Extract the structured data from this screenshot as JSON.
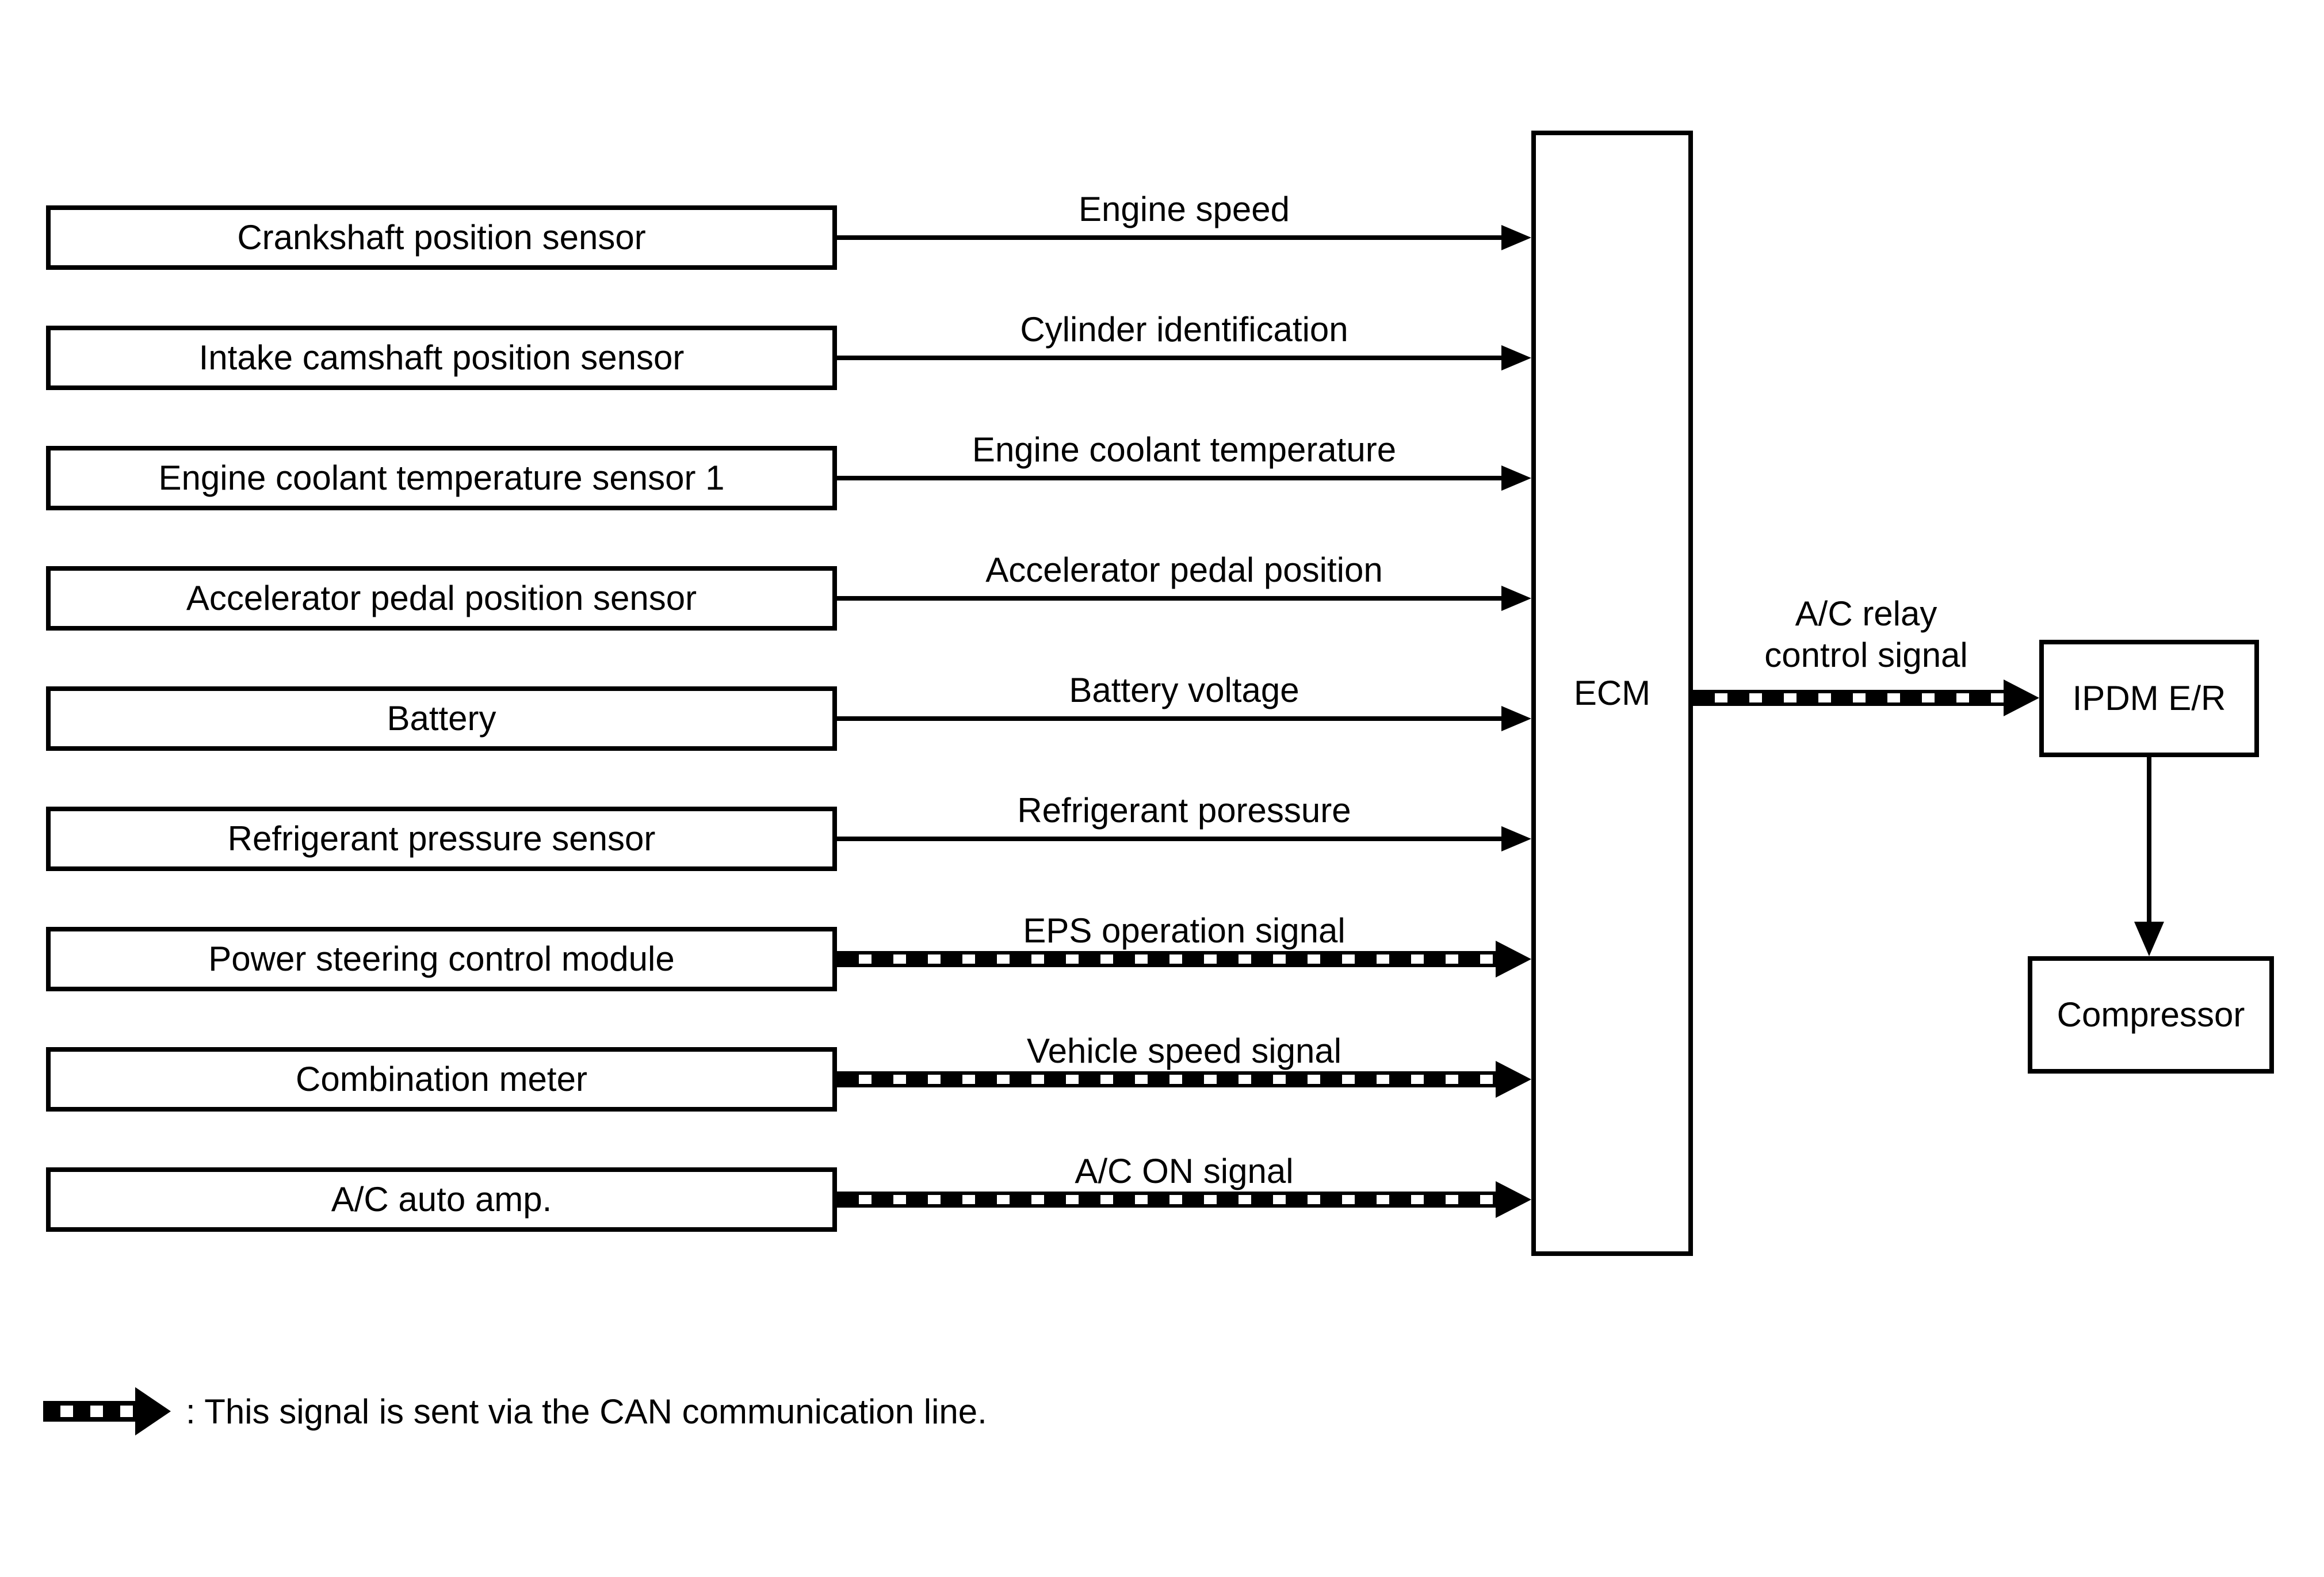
{
  "diagram": {
    "ecm_label": "ECM",
    "rows": [
      {
        "source": "Crankshaft position sensor",
        "signal": "Engine speed",
        "can": false
      },
      {
        "source": "Intake camshaft position sensor",
        "signal": "Cylinder identification",
        "can": false
      },
      {
        "source": "Engine coolant temperature sensor 1",
        "signal": "Engine coolant temperature",
        "can": false
      },
      {
        "source": "Accelerator pedal position sensor",
        "signal": "Accelerator pedal position",
        "can": false
      },
      {
        "source": "Battery",
        "signal": "Battery voltage",
        "can": false
      },
      {
        "source": "Refrigerant pressure sensor",
        "signal": "Refrigerant poressure",
        "can": false
      },
      {
        "source": "Power steering control module",
        "signal": "EPS operation signal",
        "can": true
      },
      {
        "source": "Combination meter",
        "signal": "Vehicle speed signal",
        "can": true
      },
      {
        "source": "A/C auto amp.",
        "signal": "A/C ON signal",
        "can": true
      }
    ],
    "right": {
      "relay_label_line1": "A/C relay",
      "relay_label_line2": "control signal",
      "ipdm_label": "IPDM E/R",
      "compressor_label": "Compressor"
    },
    "legend": {
      "text": ": This signal is sent via the CAN communication line."
    },
    "colors": {
      "ink": "#000000",
      "paper": "#ffffff"
    }
  }
}
